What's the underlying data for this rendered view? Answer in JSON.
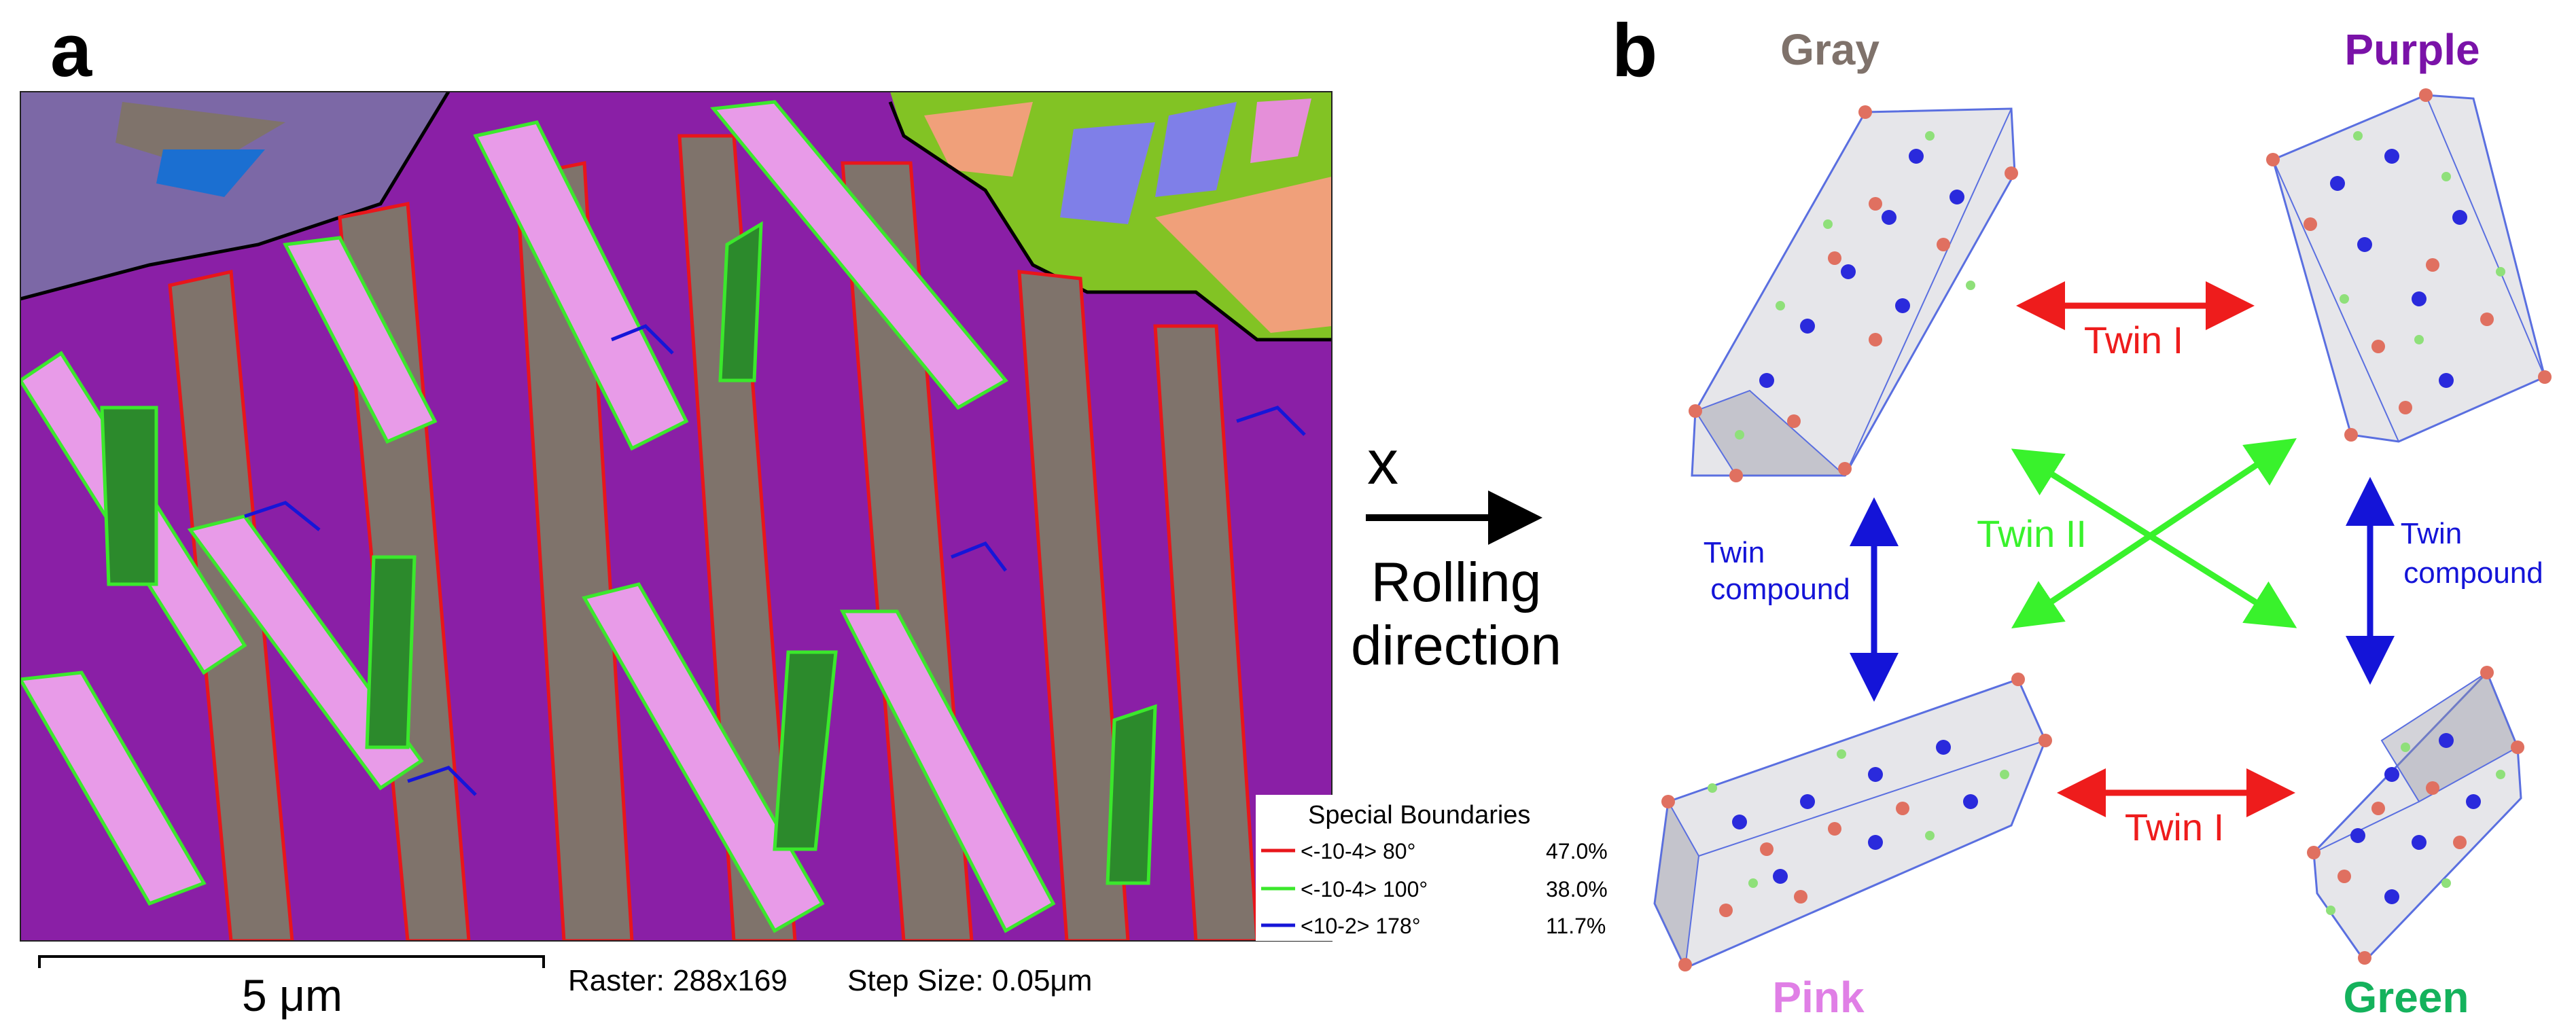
{
  "panel_a": {
    "label": "a",
    "scale_bar_label": "5 μm",
    "raster_text": "Raster: 288x169",
    "step_size_text": "Step Size: 0.05μm",
    "legend": {
      "title": "Special Boundaries",
      "rows": [
        {
          "label": "<-10-4> 80°",
          "percent": "47.0%",
          "color": "#e8161b"
        },
        {
          "label": "<-10-4> 100°",
          "percent": "38.0%",
          "color": "#3be82c"
        },
        {
          "label": "<10-2> 178°",
          "percent": "11.7%",
          "color": "#1616d8"
        }
      ]
    }
  },
  "axis": {
    "symbol": "x",
    "line1": "Rolling",
    "line2": "direction"
  },
  "panel_b": {
    "label": "b",
    "variants": {
      "gray": {
        "name": "Gray",
        "color": "#7f726b"
      },
      "purple": {
        "name": "Purple",
        "color": "#7a12a8"
      },
      "pink": {
        "name": "Pink",
        "color": "#e07fe6"
      },
      "green": {
        "name": "Green",
        "color": "#14b25c"
      }
    },
    "relations": {
      "twin1_top": "Twin I",
      "twin1_bottom": "Twin I",
      "twin2": "Twin II",
      "compound_left_1": "Twin",
      "compound_left_2": "compound",
      "compound_right_1": "Twin",
      "compound_right_2": "compound"
    },
    "relation_colors": {
      "twin1": "#ee1c1c",
      "twin2": "#39f22c",
      "compound": "#1414d8"
    }
  }
}
